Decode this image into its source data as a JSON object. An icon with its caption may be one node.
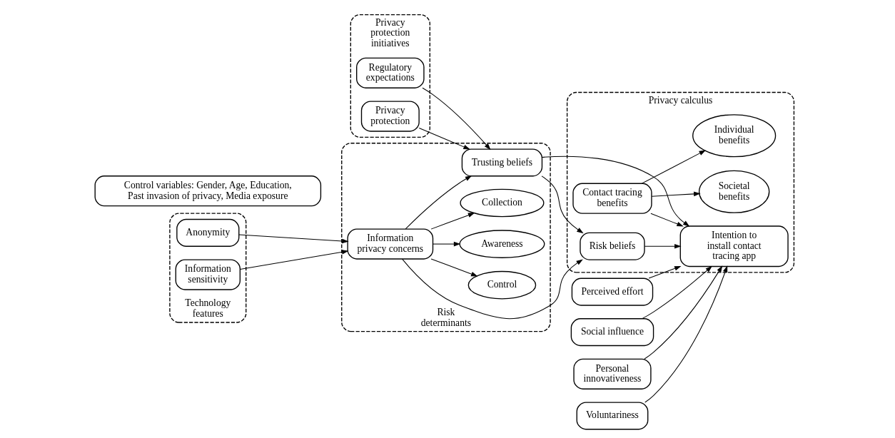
{
  "diagram": {
    "nodes": [
      {
        "text": [
          "Privacy protection initiatives"
        ]
      },
      {
        "text": [
          "Regulatory expectations"
        ],
        "in": 0
      },
      {
        "text": [
          "Privacy protection"
        ],
        "in": 0
      },
      {
        "text": [
          "Technology features"
        ]
      },
      {
        "text": [
          "Anonymity"
        ],
        "in": 3
      },
      {
        "text": [
          "Information sensitivity"
        ],
        "in": 3
      },
      {
        "text": [
          "Risk determinants"
        ]
      },
      {
        "text": [
          "Trusting beliefs"
        ],
        "in": 6
      },
      {
        "text": [
          "Information privacy concerns"
        ],
        "in": 6
      },
      {
        "text": [
          "Collection"
        ],
        "in": 6
      },
      {
        "text": [
          "Control"
        ],
        "in": 6
      },
      {
        "text": [
          "Awareness"
        ],
        "in": 6
      },
      {
        "text": [
          "Personal innovativeness"
        ]
      },
      {
        "text": [
          "Voluntariness"
        ]
      },
      {
        "text": [
          "Perceived effort"
        ]
      },
      {
        "text": [
          "Social influence"
        ]
      },
      {
        "text": [
          "Privacy calculus"
        ]
      },
      {
        "text": [
          "Risk beliefs"
        ],
        "in": 16
      },
      {
        "text": [
          "Intention to install contact tracing app"
        ],
        "in": 16
      },
      {
        "text": [
          "Contact tracing benefits"
        ],
        "in": 16
      },
      {
        "text": [
          "Individual benefits"
        ],
        "in": 16
      },
      {
        "text": [
          "Societal benefits"
        ],
        "in": 16
      },
      {
        "text": [
          "Control variables: Gender, Age, Education, Past invasion of privacy, Media exposure"
        ]
      }
    ],
    "edges": [
      {
        "from": 1,
        "to": 7,
        "arrow": "to"
      },
      {
        "from": 2,
        "to": 7,
        "arrow": "to"
      },
      {
        "from": 4,
        "to": 8,
        "arrow": "to"
      },
      {
        "from": 5,
        "to": 8,
        "arrow": "to"
      },
      {
        "from": 8,
        "to": 7,
        "arrow": "to"
      },
      {
        "from": 8,
        "to": 9,
        "arrow": "to"
      },
      {
        "from": 8,
        "to": 10,
        "arrow": "to"
      },
      {
        "from": 8,
        "to": 11,
        "arrow": "to"
      },
      {
        "from": 7,
        "to": 18,
        "arrow": "to"
      },
      {
        "from": 7,
        "to": 17,
        "arrow": "to"
      },
      {
        "from": 8,
        "to": 17,
        "arrow": "to"
      },
      {
        "from": 17,
        "to": 18,
        "arrow": "to"
      },
      {
        "from": 19,
        "to": 18,
        "arrow": "to"
      },
      {
        "from": 19,
        "to": 20,
        "arrow": "to"
      },
      {
        "from": 19,
        "to": 21,
        "arrow": "to"
      },
      {
        "from": 12,
        "to": 18,
        "arrow": "to"
      },
      {
        "from": 13,
        "to": 18,
        "arrow": "to"
      },
      {
        "from": 14,
        "to": 18,
        "arrow": "to"
      },
      {
        "from": 15,
        "to": 18,
        "arrow": "to"
      }
    ]
  }
}
